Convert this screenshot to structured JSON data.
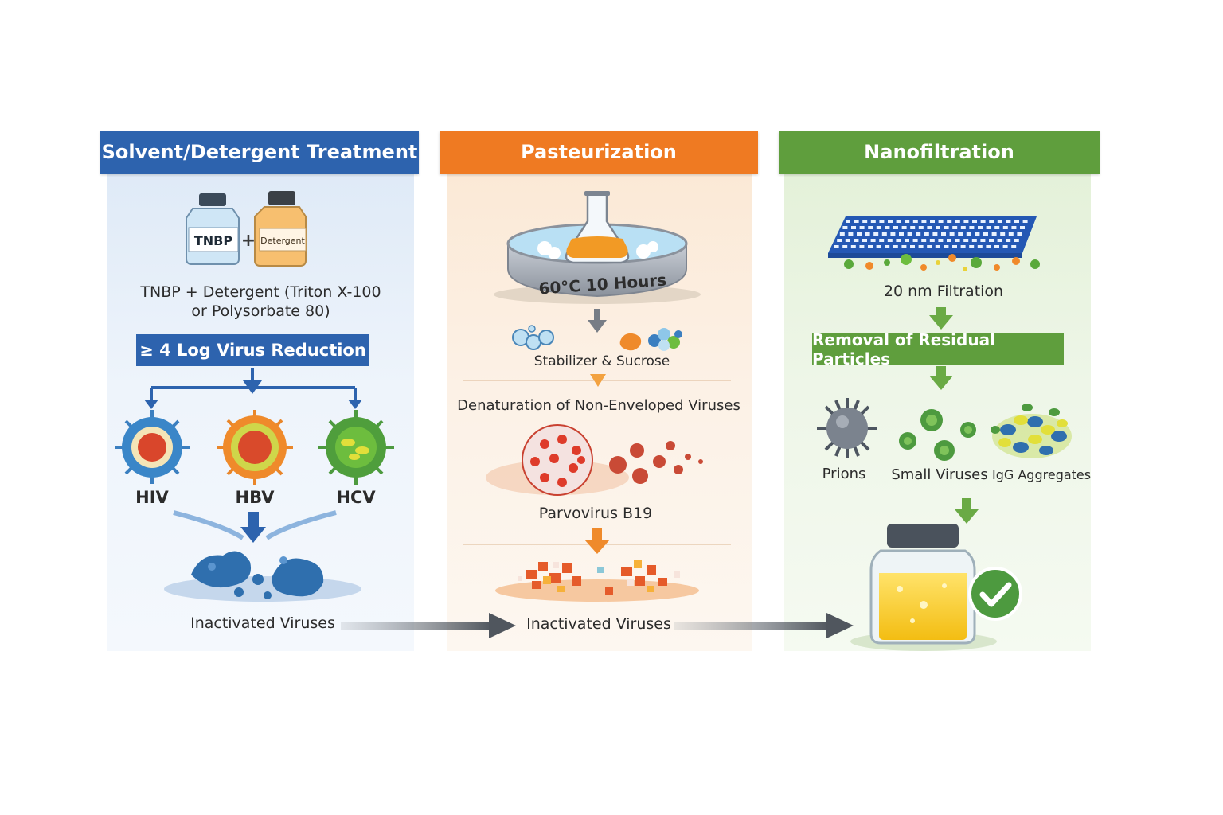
{
  "stages": [
    {
      "title": "Solvent/Detergent Treatment",
      "color": "#2d63ae",
      "bottle_left_label": "TNBP",
      "bottle_right_label": "Detergent",
      "reagents_line1": "TNBP + Detergent (Triton X-100",
      "reagents_line2": "or  Polysorbate 80)",
      "reduction_box": "≥ 4 Log Virus Reduction",
      "viruses": [
        "HIV",
        "HBV",
        "HCV"
      ],
      "result": "Inactivated Viruses"
    },
    {
      "title": "Pasteurization",
      "color": "#ef7a22",
      "bath_label": "60°C 10 Hours",
      "additives": "Stabilizer & Sucrose",
      "mechanism": "Denaturation of Non-Enveloped Viruses",
      "target": "Parvovirus B19",
      "result": "Inactivated Viruses"
    },
    {
      "title": "Nanofiltration",
      "color": "#5f9e3d",
      "filter_label": "20 nm Filtration",
      "removal_box": "Removal of Residual Particles",
      "particles": [
        "Prions",
        "Small Viruses",
        "IgG Aggregates"
      ]
    }
  ]
}
